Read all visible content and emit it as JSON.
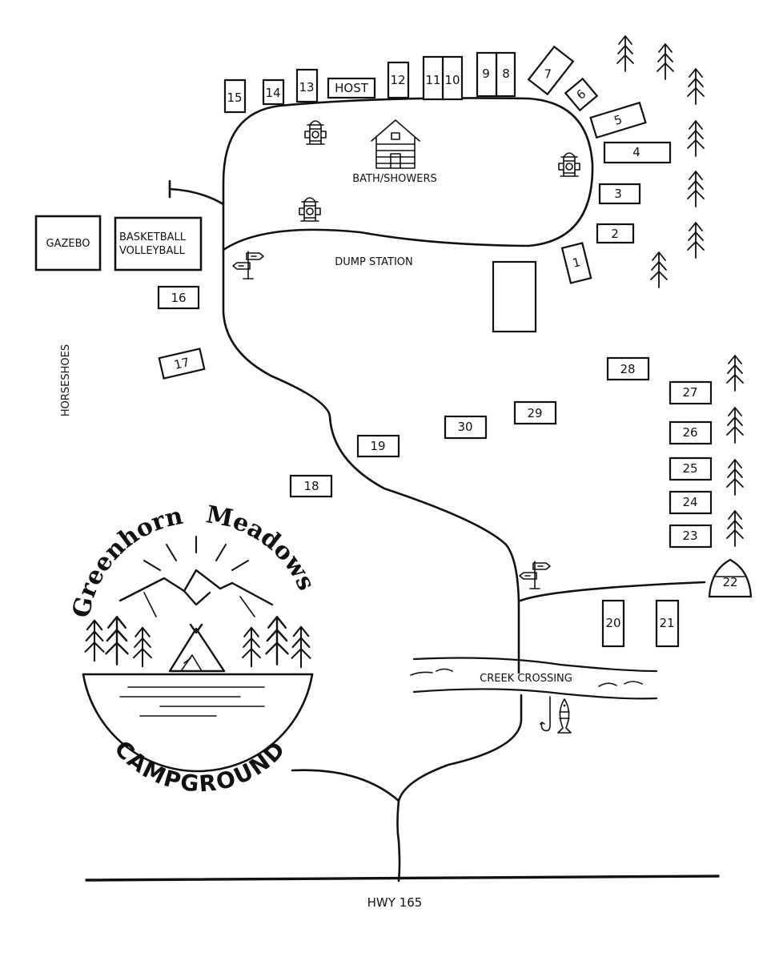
{
  "map": {
    "highway": "HWY 165",
    "creek": "CREEK CROSSING",
    "bath": "BATH/SHOWERS",
    "dump": "DUMP STATION",
    "gazebo": "GAZEBO",
    "courts_line1": "BASKETBALL",
    "courts_line2": "VOLLEYBALL",
    "horseshoes": "HORSESHOES",
    "host": "HOST"
  },
  "logo": {
    "name_part1": "Greenhorn",
    "name_part2": "Meadows",
    "campground": "CAMPGROUND"
  },
  "sites": [
    "1",
    "2",
    "3",
    "4",
    "5",
    "6",
    "7",
    "8",
    "9",
    "10",
    "11",
    "12",
    "13",
    "14",
    "15",
    "16",
    "17",
    "18",
    "19",
    "20",
    "21",
    "22",
    "23",
    "24",
    "25",
    "26",
    "27",
    "28",
    "29",
    "30"
  ],
  "icons": {
    "hydrant": "fire-hydrant-icon",
    "signpost": "signpost-icon",
    "cabin": "log-cabin-icon",
    "tree": "pine-tree-icon",
    "fish": "fish-icon",
    "hook": "fishing-hook-icon",
    "tent": "tent-icon"
  },
  "colors": {
    "ink": "#111111",
    "paper": "#ffffff"
  }
}
